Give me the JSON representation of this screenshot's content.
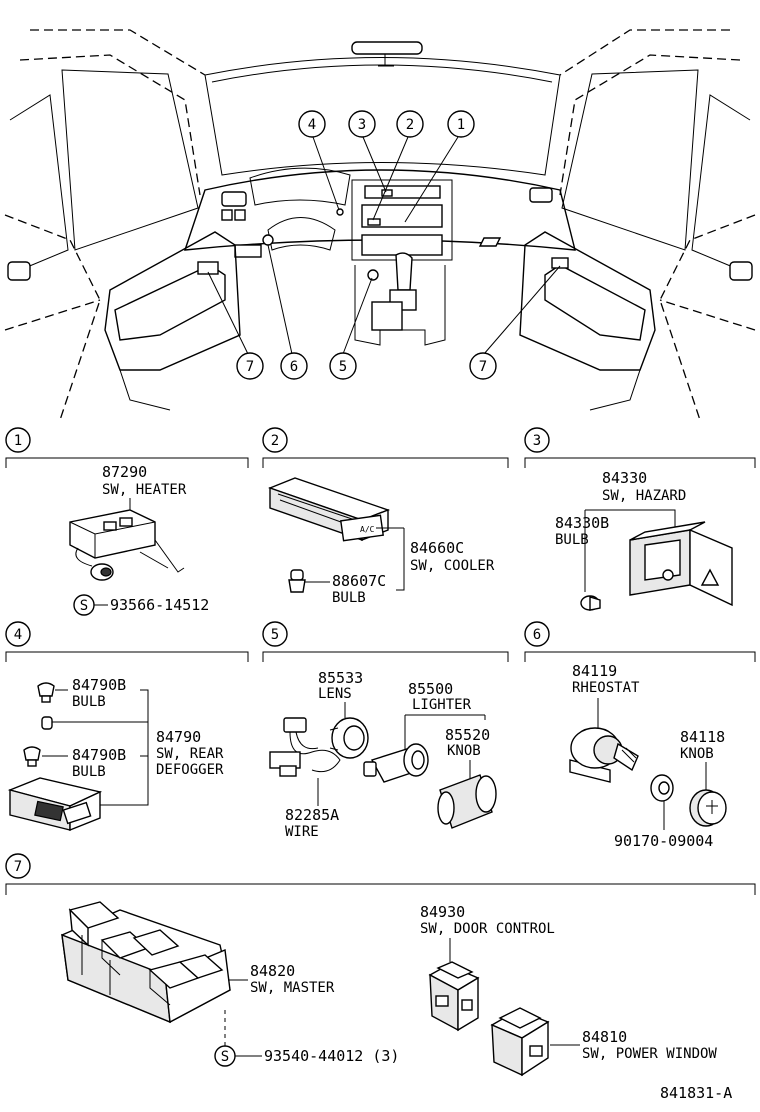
{
  "overview": {
    "callouts": [
      {
        "n": "1"
      },
      {
        "n": "2"
      },
      {
        "n": "3"
      },
      {
        "n": "4"
      },
      {
        "n": "5"
      },
      {
        "n": "6"
      },
      {
        "n": "7"
      },
      {
        "n": "7"
      }
    ]
  },
  "sections": {
    "s1": {
      "label": "1",
      "heater_no": "87290",
      "heater_name": "SW, HEATER",
      "screw_mark": "S",
      "screw_no": "93566-14512"
    },
    "s2": {
      "label": "2",
      "cooler_no": "84660C",
      "cooler_name": "SW, COOLER",
      "bulb_no": "88607C",
      "bulb_name": "BULB"
    },
    "s3": {
      "label": "3",
      "hazard_no": "84330",
      "hazard_name": "SW, HAZARD",
      "bulb_no": "84330B",
      "bulb_name": "BULB"
    },
    "s4": {
      "label": "4",
      "bulb1_no": "84790B",
      "bulb1_name": "BULB",
      "bulb2_no": "84790B",
      "bulb2_name": "BULB",
      "defog_no": "84790",
      "defog_name1": "SW, REAR",
      "defog_name2": "DEFOGGER"
    },
    "s5": {
      "label": "5",
      "lens_no": "85533",
      "lens_name": "LENS",
      "lighter_no": "85500",
      "lighter_name": "LIGHTER",
      "knob_no": "85520",
      "knob_name": "KNOB",
      "wire_no": "82285A",
      "wire_name": "WIRE"
    },
    "s6": {
      "label": "6",
      "rheostat_no": "84119",
      "rheostat_name": "RHEOSTAT",
      "knob_no": "84118",
      "knob_name": "KNOB",
      "spacer_no": "90170-09004"
    },
    "s7": {
      "label": "7",
      "door_no": "84930",
      "door_name": "SW, DOOR CONTROL",
      "master_no": "84820",
      "master_name": "SW, MASTER",
      "pw_no": "84810",
      "pw_name": "SW, POWER WINDOW",
      "screw_mark": "S",
      "screw_no": "93540-44012 (3)"
    }
  },
  "figure_id": "841831-A"
}
